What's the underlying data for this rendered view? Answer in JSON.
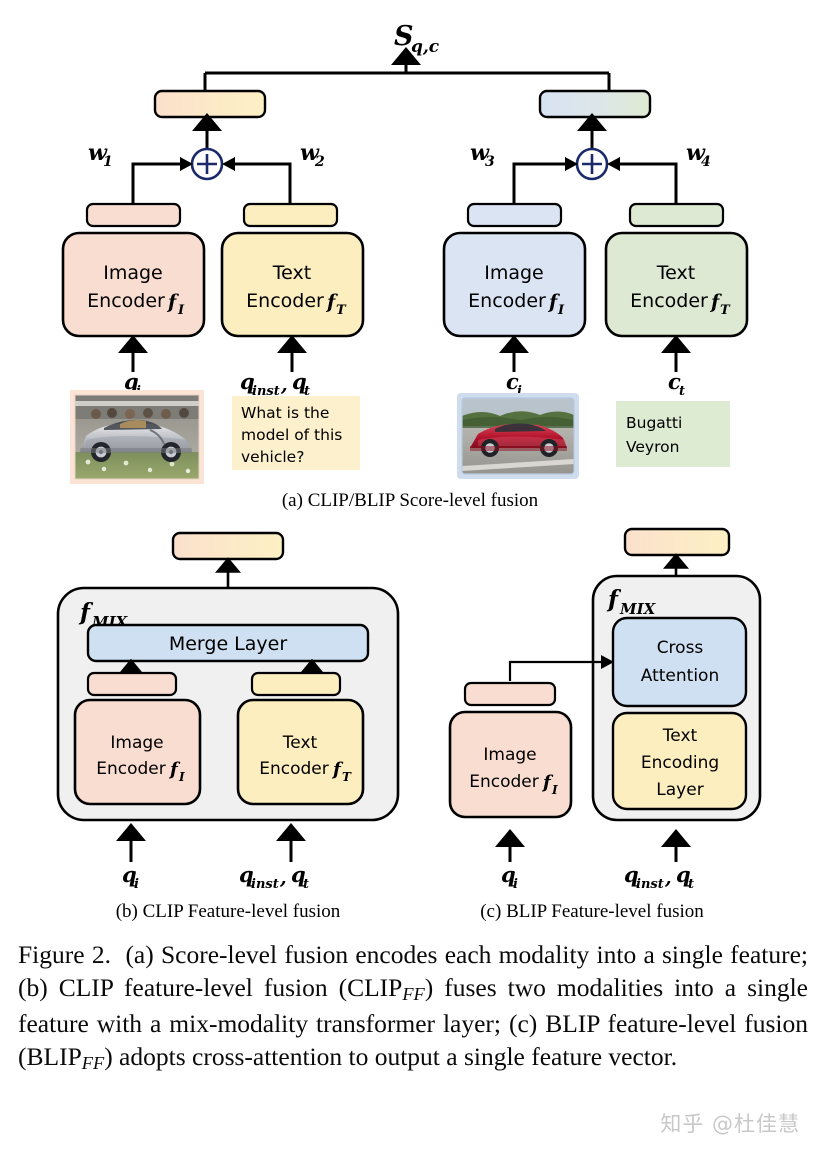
{
  "figure": {
    "score_symbol": "S",
    "score_sub": "q,c",
    "panel_a_caption": "(a) CLIP/BLIP Score-level fusion",
    "panel_b_caption": "(b) CLIP Feature-level fusion",
    "panel_c_caption": "(c) BLIP Feature-level fusion"
  },
  "panel_a": {
    "weights": [
      {
        "name": "w1",
        "symbol": "w",
        "sub": "1"
      },
      {
        "name": "w2",
        "symbol": "w",
        "sub": "2"
      },
      {
        "name": "w3",
        "symbol": "w",
        "sub": "3"
      },
      {
        "name": "w4",
        "symbol": "w",
        "sub": "4"
      }
    ],
    "encoders": [
      {
        "line1": "Image",
        "line2": "Encoder",
        "fn": "f",
        "fn_sub": "I",
        "color": "#f8ddd0"
      },
      {
        "line1": "Text",
        "line2": "Encoder",
        "fn": "f",
        "fn_sub": "T",
        "color": "#fdeec0"
      },
      {
        "line1": "Image",
        "line2": "Encoder",
        "fn": "f",
        "fn_sub": "I",
        "color": "#dbe4f3"
      },
      {
        "line1": "Text",
        "line2": "Encoder",
        "fn": "f",
        "fn_sub": "T",
        "color": "#dde9d3"
      }
    ],
    "inputs": [
      {
        "symbol": "q",
        "sub": "i"
      },
      {
        "symbol": "q",
        "sub": "inst",
        "symbol2": "q",
        "sub2": "t"
      },
      {
        "symbol": "c",
        "sub": "i"
      },
      {
        "symbol": "c",
        "sub": "t"
      }
    ],
    "query_image_alt": "silver Bugatti Veyron photo",
    "query_text": [
      "What is the",
      "model of this",
      "vehicle?"
    ],
    "candidate_image_alt": "red Bugatti Veyron photo",
    "candidate_text": [
      "Bugatti",
      "Veyron"
    ],
    "fusion_bar_left_colors": [
      "#fbe0cd",
      "#fdf0c4"
    ],
    "fusion_bar_right_colors": [
      "#d8e3f2",
      "#dfead3"
    ],
    "plus_symbol": "+"
  },
  "panel_b": {
    "container_label": "f",
    "container_sub": "MIX",
    "merge_layer_label": "Merge Layer",
    "merge_layer_color": "#cfe0f2",
    "encoders": [
      {
        "line1": "Image",
        "line2": "Encoder",
        "fn": "f",
        "fn_sub": "I",
        "color": "#f8ddd0"
      },
      {
        "line1": "Text",
        "line2": "Encoder",
        "fn": "f",
        "fn_sub": "T",
        "color": "#fdeec0"
      }
    ],
    "inputs": [
      {
        "symbol": "q",
        "sub": "i"
      },
      {
        "symbol": "q",
        "sub": "inst",
        "symbol2": "q",
        "sub2": "t"
      }
    ]
  },
  "panel_c": {
    "container_label": "f",
    "container_sub": "MIX",
    "cross_attention": {
      "line1": "Cross",
      "line2": "Attention",
      "color": "#cfe0f2"
    },
    "image_encoder": {
      "line1": "Image",
      "line2": "Encoder",
      "fn": "f",
      "fn_sub": "I",
      "color": "#f8ddd0"
    },
    "text_encoding": {
      "line1": "Text",
      "line2": "Encoding",
      "line3": "Layer",
      "color": "#fdeec0"
    },
    "inputs": [
      {
        "symbol": "q",
        "sub": "i"
      },
      {
        "symbol": "q",
        "sub": "inst",
        "symbol2": "q",
        "sub2": "t"
      }
    ]
  },
  "caption": {
    "prefix": "Figure 2.",
    "part1": "(a) Score-level fusion encodes each modality into a single feature; (b) CLIP feature-level fusion (CLIP",
    "sub1": "FF",
    "part2": ") fuses two modalities into a single feature with a mix-modality transformer layer; (c) BLIP feature-level fusion (BLIP",
    "sub2": "FF",
    "part3": ") adopts cross-attention to output a single feature vector."
  },
  "watermark": {
    "text": "知乎 @杜佳慧"
  },
  "colors": {
    "pink": "#f8ddd0",
    "yellow": "#fdeec0",
    "blue": "#dbe4f3",
    "green": "#dde9d3",
    "merge_blue": "#cfe0f2",
    "container_gray": "#f0f0f0",
    "stroke": "#000000",
    "plus_stroke": "#1b2a6b"
  }
}
